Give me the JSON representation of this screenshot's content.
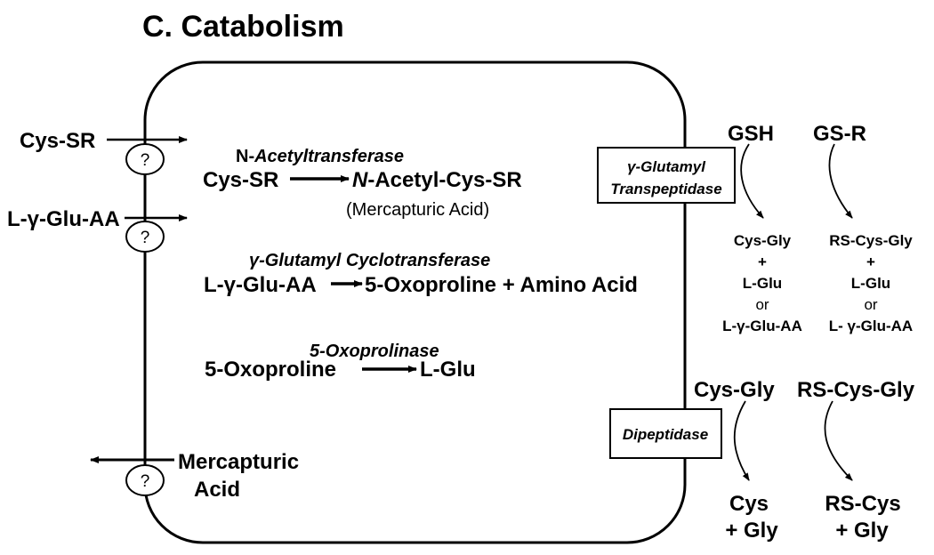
{
  "title": "C.  Catabolism",
  "transport": {
    "cys_sr": "Cys-SR",
    "glu_aa": "L-γ-Glu-AA",
    "mercapturic_line1": "Mercapturic",
    "mercapturic_line2": "Acid",
    "unknown": "?"
  },
  "reactions": {
    "r1": {
      "enzyme_prefix": "N-",
      "enzyme_name": "Acetyltransferase",
      "substrate": "Cys-SR",
      "product_prefix": "N",
      "product_rest": "-Acetyl-Cys-SR",
      "product_note": "(Mercapturic Acid)"
    },
    "r2": {
      "enzyme": "γ-Glutamyl Cyclotransferase",
      "substrate": "L-γ-Glu-AA",
      "product": "5-Oxoproline + Amino Acid"
    },
    "r3": {
      "enzyme": "5-Oxoprolinase",
      "substrate": "5-Oxoproline",
      "product": "L-Glu"
    }
  },
  "gamma_gt": {
    "enzyme_line1": "γ-Glutamyl",
    "enzyme_line2": "Transpeptidase",
    "left": {
      "substrate": "GSH",
      "products": [
        "Cys-Gly",
        "+",
        "L-Glu",
        "or",
        "L-γ-Glu-AA"
      ]
    },
    "right": {
      "substrate": "GS-R",
      "products": [
        "RS-Cys-Gly",
        "+",
        "L-Glu",
        "or",
        "L- γ-Glu-AA"
      ]
    }
  },
  "dipeptidase": {
    "enzyme": "Dipeptidase",
    "left": {
      "substrate": "Cys-Gly",
      "product_line1": "Cys",
      "product_line2": "+ Gly"
    },
    "right": {
      "substrate": "RS-Cys-Gly",
      "product_line1": "RS-Cys",
      "product_line2": "+ Gly"
    }
  }
}
